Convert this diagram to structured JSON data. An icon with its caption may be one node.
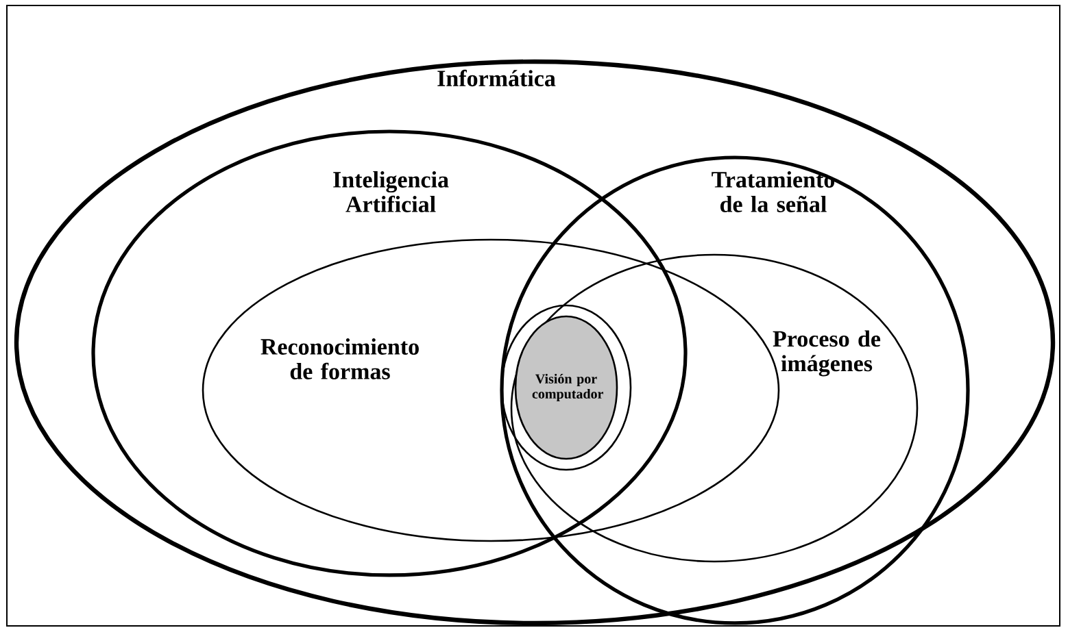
{
  "diagram": {
    "nodes": [
      {
        "text": [
          "Informática"
        ]
      },
      {
        "text": [
          "Inteligencia Artificial"
        ],
        "in": 0
      },
      {
        "text": [
          "Tratamiento de la señal"
        ],
        "in": 0
      },
      {
        "text": [
          "Reconocimiento de formas"
        ],
        "in": 0
      },
      {
        "text": [
          "Proceso de imágenes"
        ],
        "in": 2
      },
      {
        "text": [],
        "shape": "ellipse"
      },
      {
        "text": [
          "Visión por computador"
        ],
        "in": 5
      }
    ]
  }
}
